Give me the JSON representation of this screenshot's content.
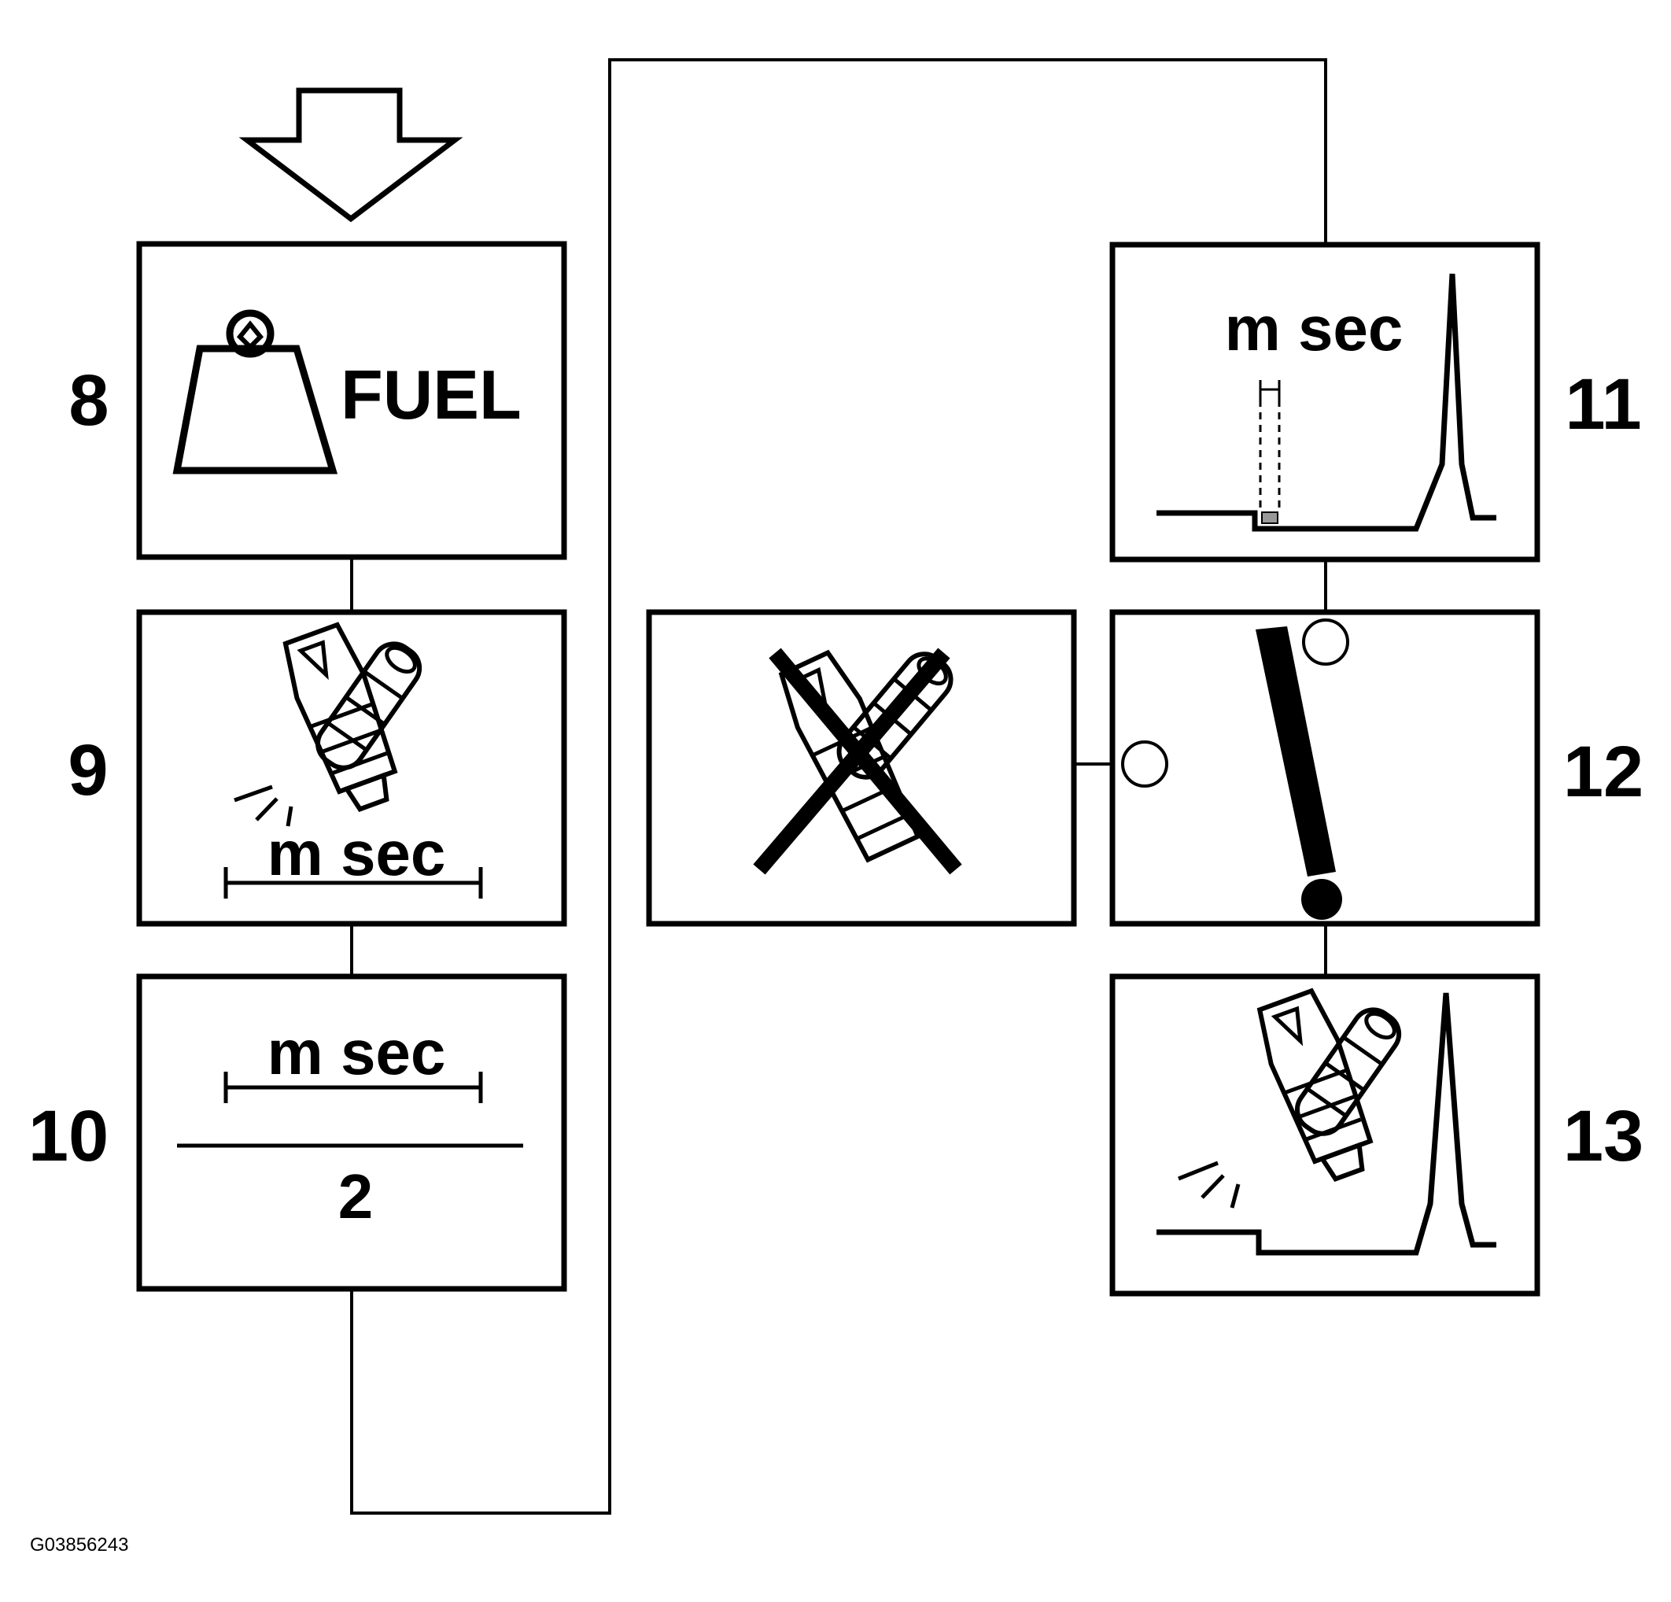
{
  "steps": [
    {
      "number": "8",
      "label": "FUEL",
      "icon": "fuel-weight-icon"
    },
    {
      "number": "9",
      "label": "m sec",
      "icon": "fuel-injector-spray-icon"
    },
    {
      "number": "10",
      "label": "m sec",
      "divisor": "2",
      "icon": "divide-by-two-icon"
    },
    {
      "number": "11",
      "label": "m sec",
      "icon": "pulse-waveform-icon"
    },
    {
      "number": "12",
      "icon": "exclamation-icon"
    },
    {
      "number": "13",
      "icon": "injector-waveform-icon"
    }
  ],
  "rejected_injector": {
    "icon": "crossed-out-injector-icon"
  },
  "entry_arrow": {
    "icon": "down-arrow-icon"
  },
  "figure_id": "G03856243",
  "colors": {
    "line": "#000000",
    "background": "#ffffff",
    "highlight": "#999999"
  }
}
